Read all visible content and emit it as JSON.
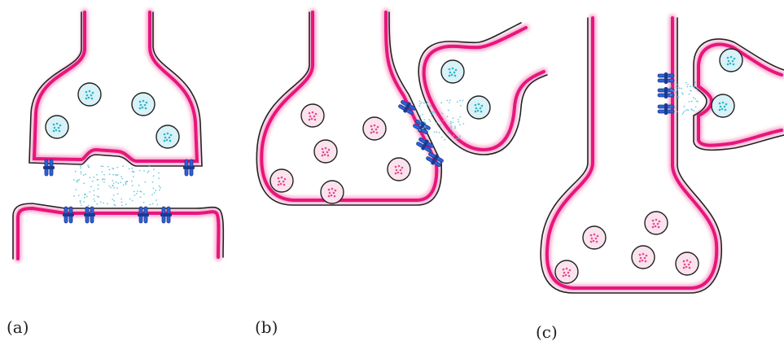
{
  "panels": [
    {
      "id": "a",
      "label": "(a)"
    },
    {
      "id": "b",
      "label": "(b)"
    },
    {
      "id": "c",
      "label": "(c)"
    }
  ],
  "colors": {
    "membrane": "#e8157c",
    "membrane_glow": "#f7a8cc",
    "outline": "#222222",
    "receptor": "#2f5fd6",
    "receptor_dark": "#1b3a8f",
    "vesicle_cyan_fill": "#d9f2f7",
    "vesicle_cyan_dot": "#2bb7c9",
    "vesicle_pink_fill": "#fbe3ee",
    "vesicle_pink_dot": "#e64a8f",
    "transmitter_dot": "#59c3d6"
  },
  "icons": {
    "vesicle": "vesicle-icon",
    "receptor": "receptor-icon"
  }
}
